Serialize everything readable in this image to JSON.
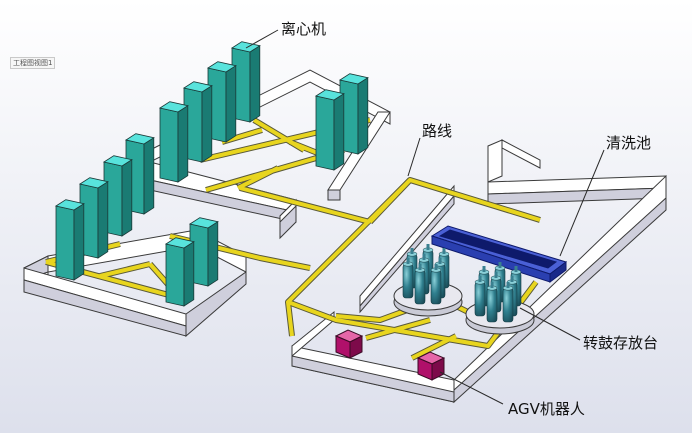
{
  "view_tag": "工程图视图1",
  "labels": {
    "centrifuge": "离心机",
    "route": "路线",
    "cleaning_pool": "清洗池",
    "drum_stand": "转鼓存放台",
    "agv_robot": "AGV机器人"
  },
  "colors": {
    "background_top": "#ffffff",
    "background_bottom": "#dde0ec",
    "wall_top": "#ffffff",
    "wall_side": "#cfcfdc",
    "wall_outline": "#3a3a3a",
    "path_fill": "#e8d51e",
    "path_outline": "#5a5a3a",
    "centrifuge_front": "#2aa79a",
    "centrifuge_side": "#1a7b73",
    "centrifuge_top": "#58e3dc",
    "pool_fill": "#2a3fb0",
    "pool_inner": "#0e1a6b",
    "agv_front": "#b0106a",
    "agv_top": "#e566a8",
    "drum_fill": "#2a6e7e",
    "drum_highlight": "#8ad0d8",
    "platform_fill": "#e8e8ef"
  }
}
